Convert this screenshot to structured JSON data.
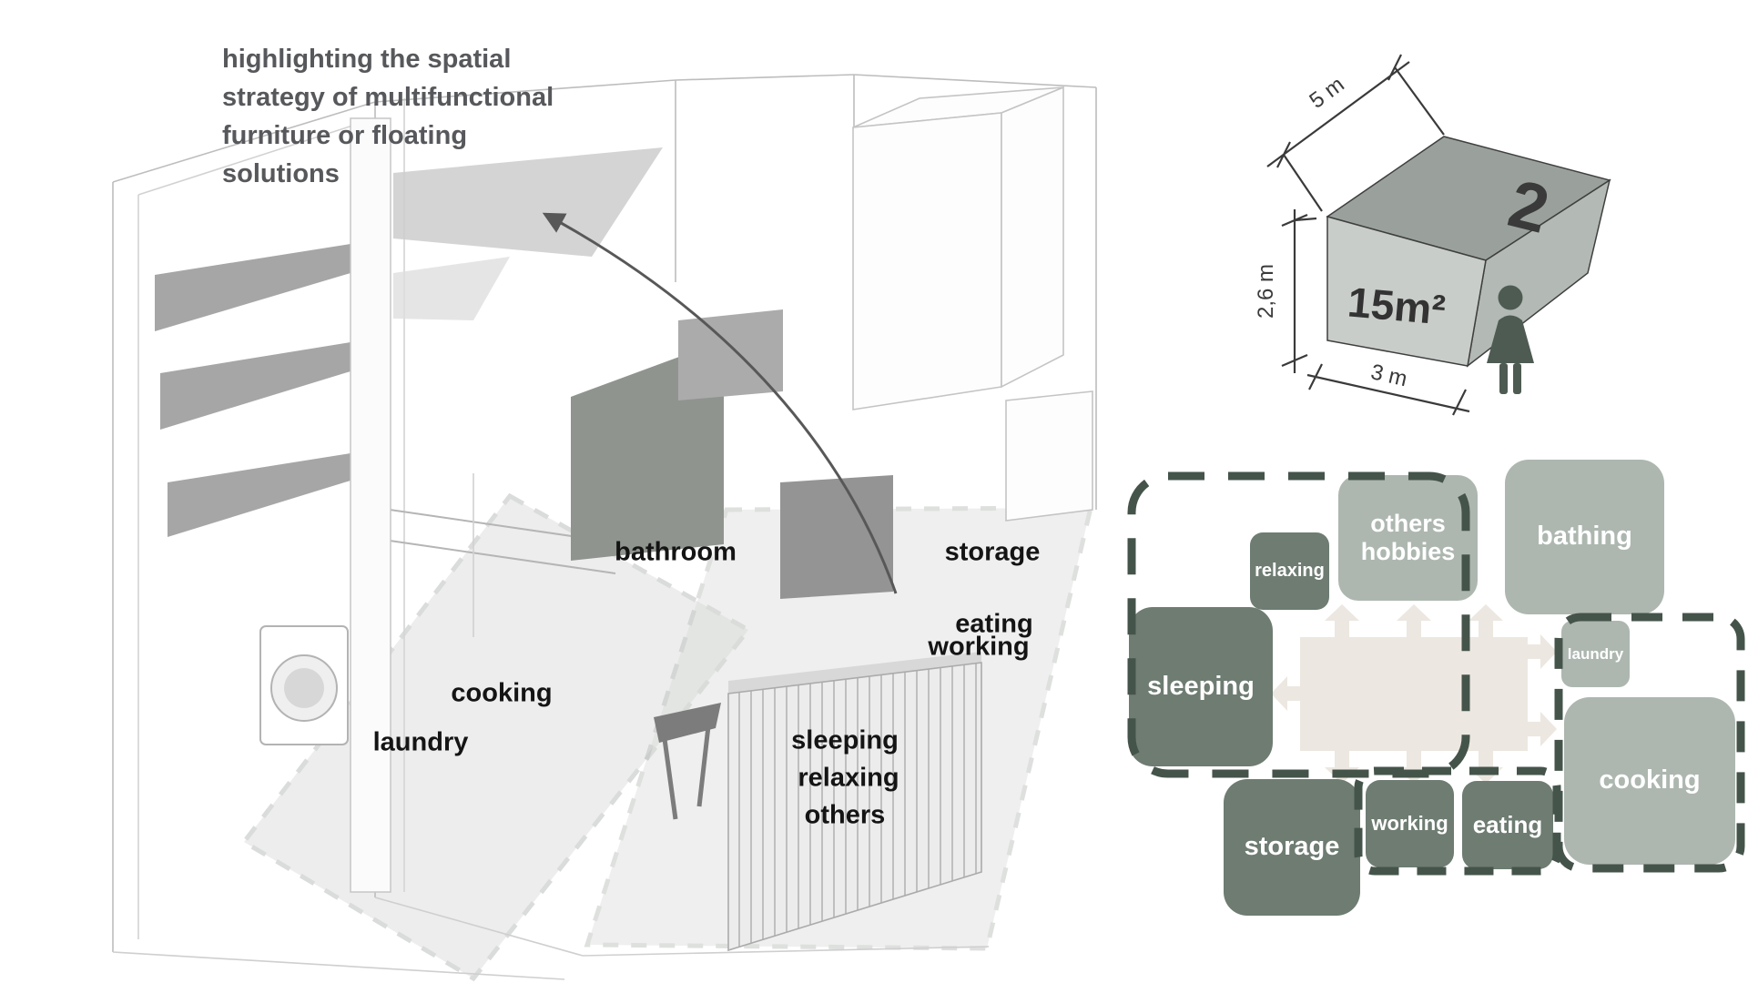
{
  "annotation": {
    "lines": [
      "highlighting the spatial",
      "strategy of multifunctional",
      "furniture or floating",
      "solutions"
    ]
  },
  "sketch": {
    "labels": {
      "bathroom": "bathroom",
      "storage": "storage",
      "eating": "eating",
      "working": "working",
      "cooking": "cooking",
      "laundry": "laundry",
      "sleeping": "sleeping",
      "relaxing": "relaxing",
      "others": "others"
    }
  },
  "unit_box": {
    "number": "2",
    "area": "15m²",
    "width_label": "5 m",
    "height_label": "2,6 m",
    "depth_label": "3 m",
    "person_icon": "woman-figure"
  },
  "block_diagram": {
    "boxes": {
      "relaxing": {
        "label": "relaxing",
        "tone": "dark"
      },
      "others_hobbies": {
        "label": "others hobbies",
        "tone": "light"
      },
      "bathing": {
        "label": "bathing",
        "tone": "light"
      },
      "sleeping": {
        "label": "sleeping",
        "tone": "dark"
      },
      "laundry": {
        "label": "laundry",
        "tone": "light"
      },
      "cooking": {
        "label": "cooking",
        "tone": "light"
      },
      "storage": {
        "label": "storage",
        "tone": "dark"
      },
      "working": {
        "label": "working",
        "tone": "dark"
      },
      "eating": {
        "label": "eating",
        "tone": "dark"
      }
    },
    "colors": {
      "box_dark": "#6e7c72",
      "box_light": "#adb7b0",
      "center_beige": "#ece7e0",
      "dashed_border": "#45544b",
      "person": "#4e5b53",
      "annotation_text": "#57585b",
      "sketch_label_text": "#141414"
    }
  }
}
